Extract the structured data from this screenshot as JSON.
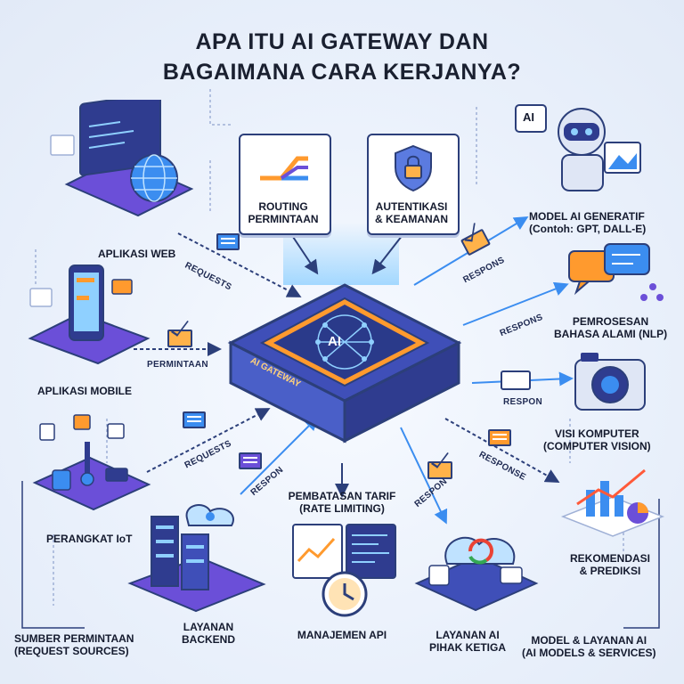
{
  "title": {
    "line1": "APA ITU AI GATEWAY DAN",
    "line2": "BAGAIMANA CARA KERJANYA?"
  },
  "gateway": {
    "chip_label": "AI",
    "name": "AI GATEWAY"
  },
  "sources": {
    "web": "APLIKASI WEB",
    "mobile": "APLIKASI MOBILE",
    "iot": "PERANGKAT IoT",
    "group_line1": "SUMBER PERMINTAAN",
    "group_line2": "(REQUEST SOURCES)"
  },
  "backend": {
    "line1": "LAYANAN",
    "line2": "BACKEND"
  },
  "features": {
    "routing_line1": "ROUTING",
    "routing_line2": "PERMINTAAN",
    "auth_line1": "AUTENTIKASI",
    "auth_line2": "& KEAMANAN",
    "rate_line1": "PEMBATASAN TARIF",
    "rate_line2": "(RATE LIMITING)",
    "api_mgmt": "MANAJEMEN API"
  },
  "models": {
    "genai_line1": "MODEL AI GENERATIF",
    "genai_line2": "(Contoh: GPT, DALL-E)",
    "nlp_line1": "PEMROSESAN",
    "nlp_line2": "BAHASA ALAMI (NLP)",
    "vision_line1": "VISI KOMPUTER",
    "vision_line2": "(COMPUTER VISION)",
    "reco_line1": "REKOMENDASI",
    "reco_line2": "& PREDIKSI",
    "third_line1": "LAYANAN AI",
    "third_line2": "PIHAK KETIGA",
    "group_line1": "MODEL & LAYANAN AI",
    "group_line2": "(AI MODELS & SERVICES)"
  },
  "flows": {
    "requests_web": "REQUESTS",
    "permintaan_mobile": "PERMINTAAN",
    "requests_iot": "REQUESTS",
    "respon_backend": "RESPON",
    "respons_genai": "RESPONS",
    "respons_nlp": "RESPONS",
    "respon_vision": "RESPON",
    "response_reco": "RESPONSE",
    "respon_third": "RESPON",
    "chip_ai": "AI"
  },
  "colors": {
    "accent": "#3b8df0",
    "orange": "#ff9a2e",
    "purple": "#6b4fd8",
    "navy": "#2c3f7a",
    "gateway_top": "#3f4fb8"
  }
}
